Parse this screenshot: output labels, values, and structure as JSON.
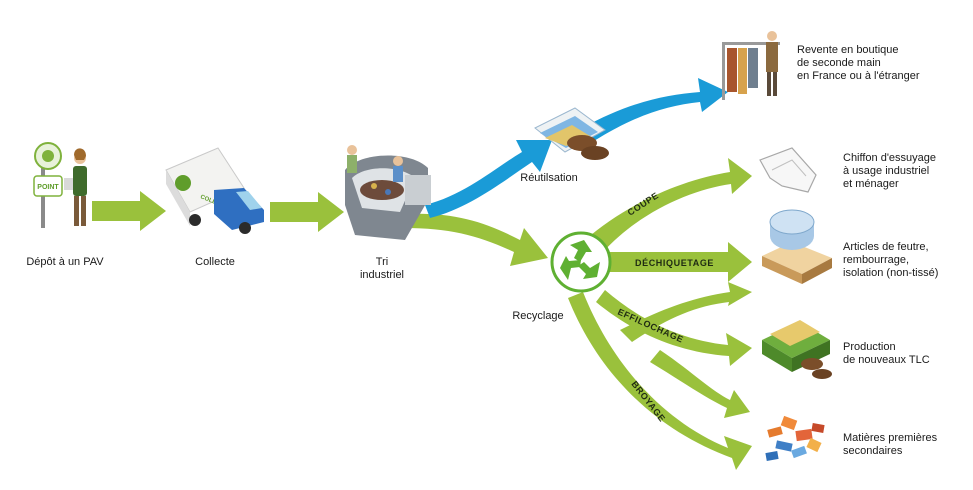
{
  "colors": {
    "green_arrow": "#9ac13c",
    "blue_arrow": "#1a9bd7",
    "recycle_green": "#5fb032"
  },
  "steps": {
    "depot": "Dépôt à un PAV",
    "collecte": "Collecte",
    "tri_line1": "Tri",
    "tri_line2": "industriel",
    "reutilisation": "Réutilsation",
    "recyclage": "Recyclage"
  },
  "processes": {
    "coupe": "COUPE",
    "dechiquetage": "DÉCHIQUETAGE",
    "effilochage": "EFFILOCHAGE",
    "broyage": "BROYAGE"
  },
  "outcomes": {
    "revente": [
      "Revente en boutique",
      "de seconde main",
      "en France ou à l'étranger"
    ],
    "chiffon": [
      "Chiffon d'essuyage",
      "à usage industriel",
      "et ménager"
    ],
    "feutre": [
      "Articles de feutre,",
      "rembourrage,",
      "isolation (non-tissé)"
    ],
    "tlc": [
      "Production",
      "de nouveaux TLC"
    ],
    "matieres": [
      "Matières premières",
      "secondaires"
    ]
  },
  "illustration_text": {
    "sign": "POINT",
    "truck": "COLLECTE"
  },
  "icons": [
    "person-at-collection-point-icon",
    "collection-truck-icon",
    "sorting-station-icon",
    "clothes-and-shoes-icon",
    "recycle-icon",
    "clothing-rack-icon",
    "cloth-rag-icon",
    "felt-roll-icon",
    "new-textiles-icon",
    "secondary-raw-materials-icon"
  ]
}
